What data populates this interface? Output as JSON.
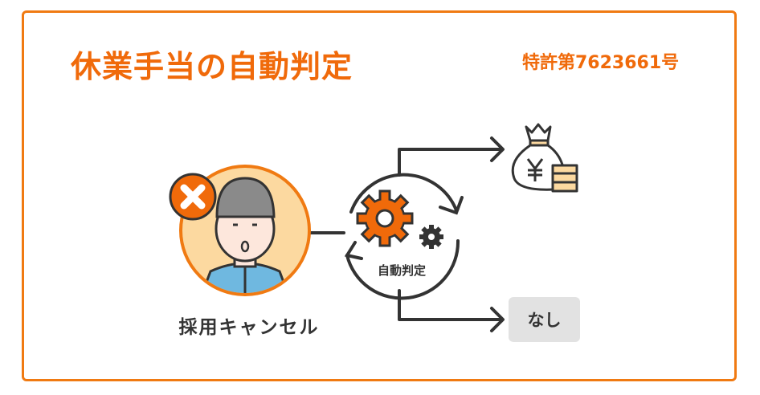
{
  "title": "休業手当の自動判定",
  "patent": "特許第7623661号",
  "person_label": "採用キャンセル",
  "process_label": "自動判定",
  "outcome_none": "なし",
  "colors": {
    "accent": "#f06a0a",
    "skin_bg": "#fcd9a0",
    "jacket": "#6fb8e0",
    "box_gray": "#e2e2e2"
  }
}
